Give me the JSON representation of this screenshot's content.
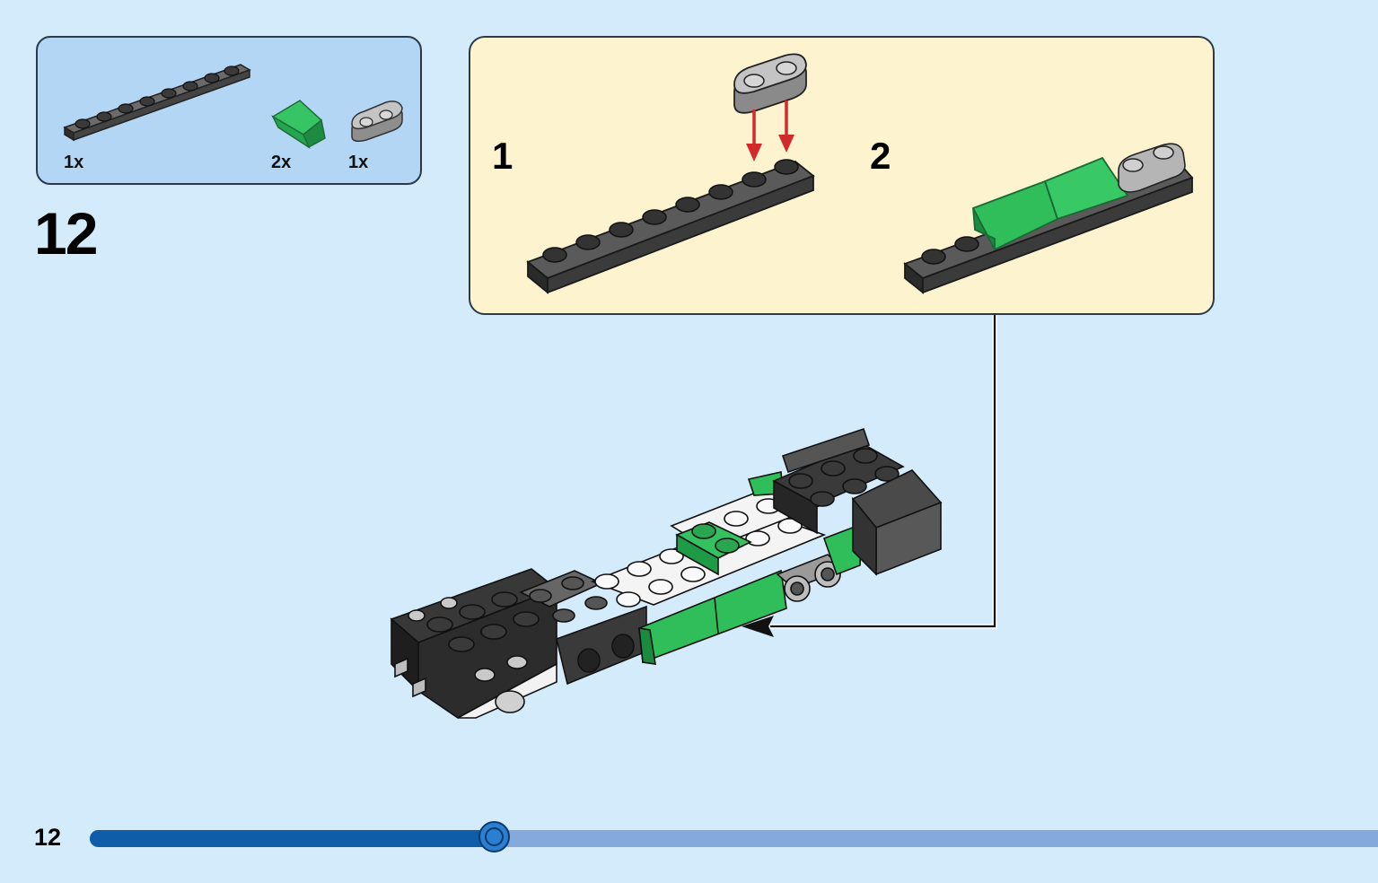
{
  "parts_list": {
    "items": [
      {
        "quantity": "1x",
        "icon": "dark-gray-plate-1x8-icon"
      },
      {
        "quantity": "2x",
        "icon": "green-slope-brick-icon"
      },
      {
        "quantity": "1x",
        "icon": "light-gray-plate-1x2-rounded-icon"
      }
    ]
  },
  "step": {
    "number": "12",
    "substeps": [
      {
        "label": "1"
      },
      {
        "label": "2"
      }
    ]
  },
  "footer": {
    "page_number": "12",
    "progress_fraction": 0.315
  },
  "colors": {
    "background": "#d4ebfb",
    "parts_box": "#b3d6f5",
    "callout": "#fdf4cf",
    "brick_dark": "#3d3d3d",
    "brick_green": "#2fbe5a",
    "brick_light_gray": "#a9a9a9",
    "arrow_red": "#d22a2a",
    "progress_done": "#0f5ca8",
    "progress_remaining": "#84a9da"
  }
}
